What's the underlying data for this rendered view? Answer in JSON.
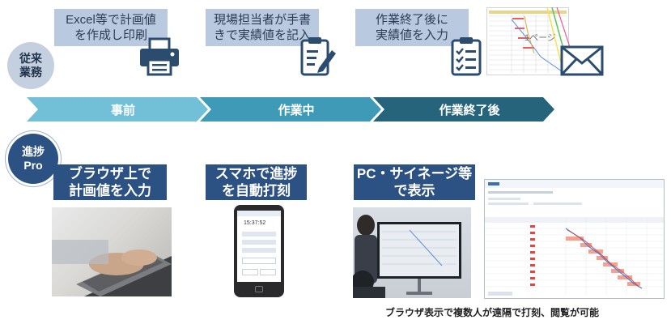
{
  "legacy": {
    "label": "従来\n業務",
    "steps": [
      {
        "text": "Excel等で計画値\nを作成し印刷",
        "icon": "printer-icon"
      },
      {
        "text": "現場担当者が手書\nきで実績値を記入",
        "icon": "clipboard-pen-icon"
      },
      {
        "text": "作業終了後に\n実績値を入力",
        "icon": "checklist-icon"
      }
    ],
    "paper_label": "1ページ"
  },
  "phases": [
    "事前",
    "作業中",
    "作業終了後"
  ],
  "pro": {
    "label": "進捗\nPro",
    "features": [
      {
        "text": "ブラウザ上で\n計画値を入力"
      },
      {
        "text": "スマホで進捗\nを自動打刻"
      },
      {
        "text": "PC・サイネージ等\nで表示"
      }
    ],
    "phone_time": "15:37:52",
    "caption": "ブラウザ表示で複数人が遠隔で打刻、閲覧が可能"
  },
  "colors": {
    "light_box": "#b9c9e0",
    "legacy_circle": "#c4cfdf",
    "phase_1": "#72c0d8",
    "phase_2": "#3e9ab7",
    "phase_3": "#25647b",
    "dark_box": "#2c5183",
    "icon": "#2b4c6f"
  }
}
